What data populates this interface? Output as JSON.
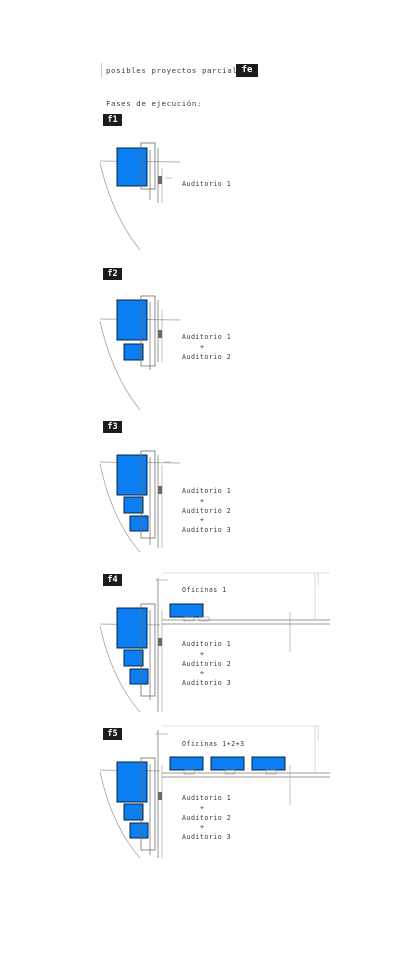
{
  "header": {
    "title": "posibles proyectos parciales",
    "badge": "fe",
    "phases_label": "Fases de ejecución:"
  },
  "phases": [
    {
      "badge": "f1",
      "labels": [
        "Auditorio 1"
      ]
    },
    {
      "badge": "f2",
      "labels": [
        "Auditorio 1",
        "+",
        "Auditorio 2"
      ]
    },
    {
      "badge": "f3",
      "labels": [
        "Auditorio 1",
        "+",
        "Auditorio 2",
        "+",
        "Auditorio 3"
      ]
    },
    {
      "badge": "f4",
      "office_label": "Oficinas 1",
      "labels": [
        "Auditorio 1",
        "+",
        "Auditorio 2",
        "+",
        "Auditorio 3"
      ]
    },
    {
      "badge": "f5",
      "office_label": "Oficinas 1+2+3",
      "labels": [
        "Auditorio 1",
        "+",
        "Auditorio 2",
        "+",
        "Auditorio 3"
      ]
    }
  ],
  "colors": {
    "block_fill": "#0a7ef2",
    "block_stroke": "#0b2140",
    "line": "#8c8c8c",
    "badge_bg": "#1c1c1c"
  }
}
